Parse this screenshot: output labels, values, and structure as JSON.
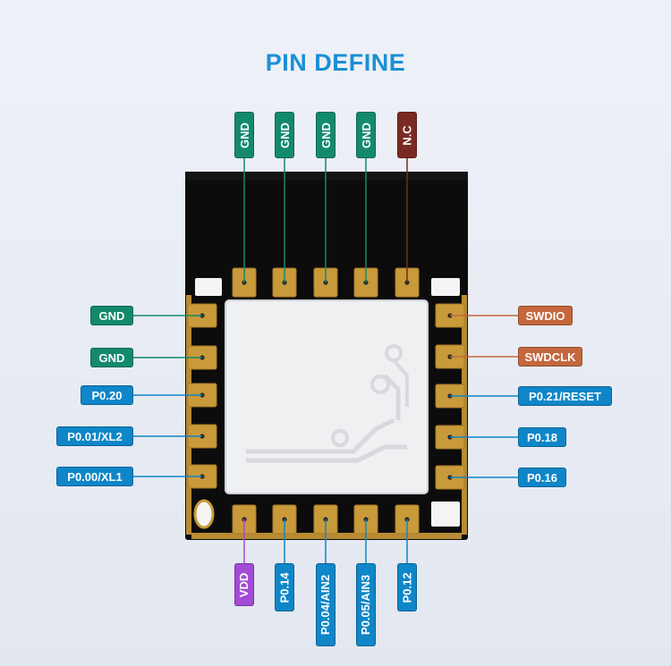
{
  "title": "PIN DEFINE",
  "colors": {
    "title": "#1a8fd6",
    "gnd": "#138a6c",
    "nc": "#7a2a22",
    "swd": "#c4673d",
    "gpio": "#0f86c8",
    "vdd": "#a34ad6",
    "pad_gold": "#c89a3a",
    "module_black": "#0c0c0c",
    "shield": "#eef0f2"
  },
  "pins": {
    "top": [
      "GND",
      "GND",
      "GND",
      "GND",
      "N.C"
    ],
    "left": [
      "GND",
      "GND",
      "P0.20",
      "P0.01/XL2",
      "P0.00/XL1"
    ],
    "right": [
      "SWDIO",
      "SWDCLK",
      "P0.21/RESET",
      "P0.18",
      "P0.16"
    ],
    "bottom": [
      "VDD",
      "P0.14",
      "P0.04/AIN2",
      "P0.05/AIN3",
      "P0.12"
    ]
  }
}
